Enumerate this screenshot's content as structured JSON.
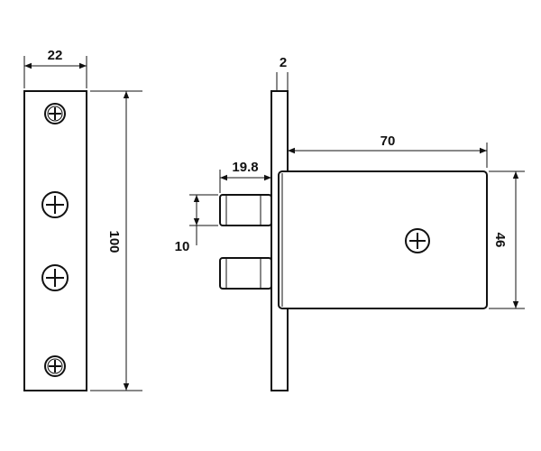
{
  "dimensions": {
    "faceplate_width": "22",
    "faceplate_height": "100",
    "plate_thickness": "2",
    "body_length": "70",
    "bolt_projection": "19.8",
    "bolt_height": "10",
    "body_height": "46"
  },
  "colors": {
    "line": "#111111",
    "background": "#ffffff"
  }
}
